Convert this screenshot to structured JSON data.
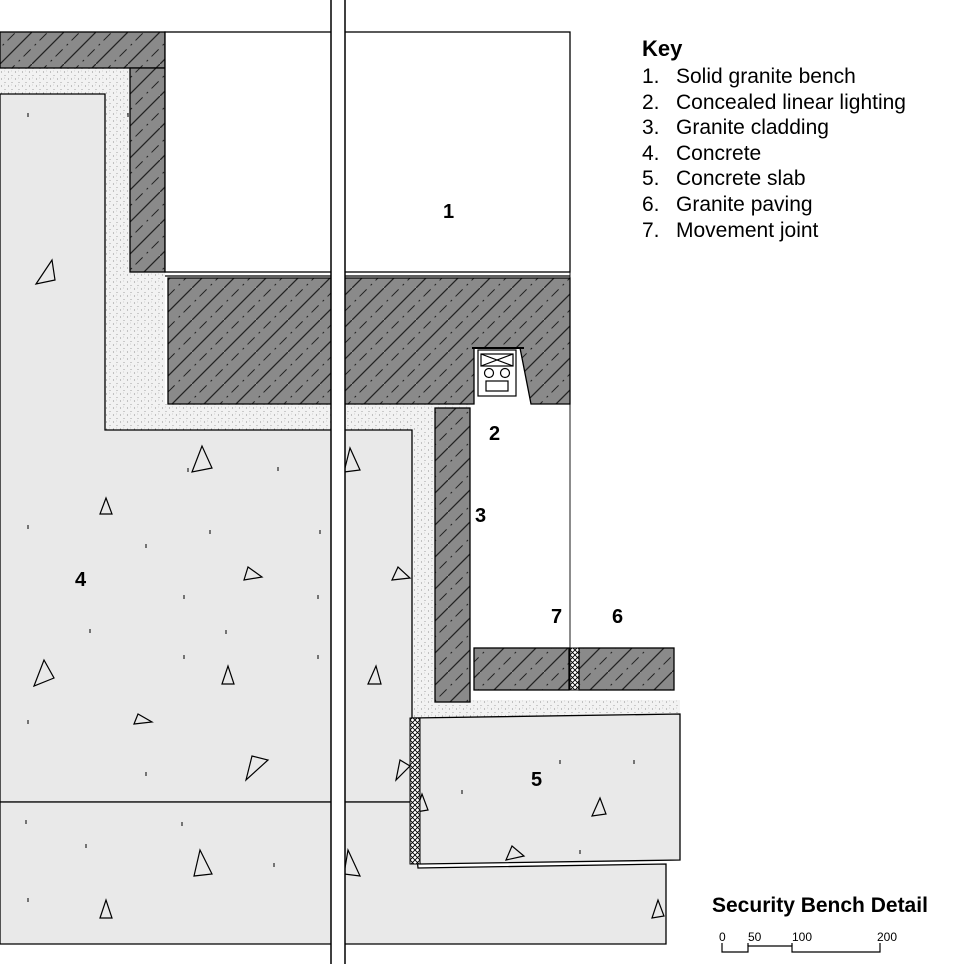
{
  "key": {
    "title": "Key",
    "items": [
      {
        "num": "1.",
        "label": "Solid granite bench"
      },
      {
        "num": "2.",
        "label": "Concealed linear lighting"
      },
      {
        "num": "3.",
        "label": "Granite cladding"
      },
      {
        "num": "4.",
        "label": "Concrete"
      },
      {
        "num": "5.",
        "label": "Concrete slab"
      },
      {
        "num": "6.",
        "label": "Granite paving"
      },
      {
        "num": "7.",
        "label": "Movement joint"
      }
    ]
  },
  "callouts": [
    "1",
    "2",
    "3",
    "4",
    "5",
    "6",
    "7"
  ],
  "drawing_title": "Security Bench Detail",
  "scale_bar": {
    "ticks": [
      "0",
      "50",
      "100",
      "200"
    ]
  },
  "colors": {
    "granite": "#8a8a8a",
    "concrete": "#e9e9e9",
    "mortar": "#f1f1f1",
    "line": "#000000"
  }
}
